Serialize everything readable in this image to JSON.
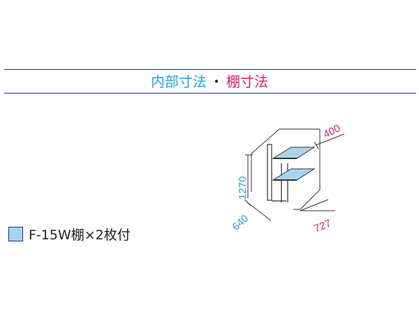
{
  "heading": {
    "inner_label": "内部寸法",
    "separator": "・",
    "shelf_label": "棚寸法"
  },
  "dimensions": {
    "height": "1270",
    "depth": "640",
    "shelf_depth": "400",
    "shelf_width": "727"
  },
  "legend": {
    "label": "F-15W棚×2枚付"
  },
  "colors": {
    "rule": "#1f2f7a",
    "inner_text": "#2aa0d8",
    "shelf_text": "#d4237a",
    "shelf_fill": "#a8d4ef",
    "outline": "#333333"
  }
}
